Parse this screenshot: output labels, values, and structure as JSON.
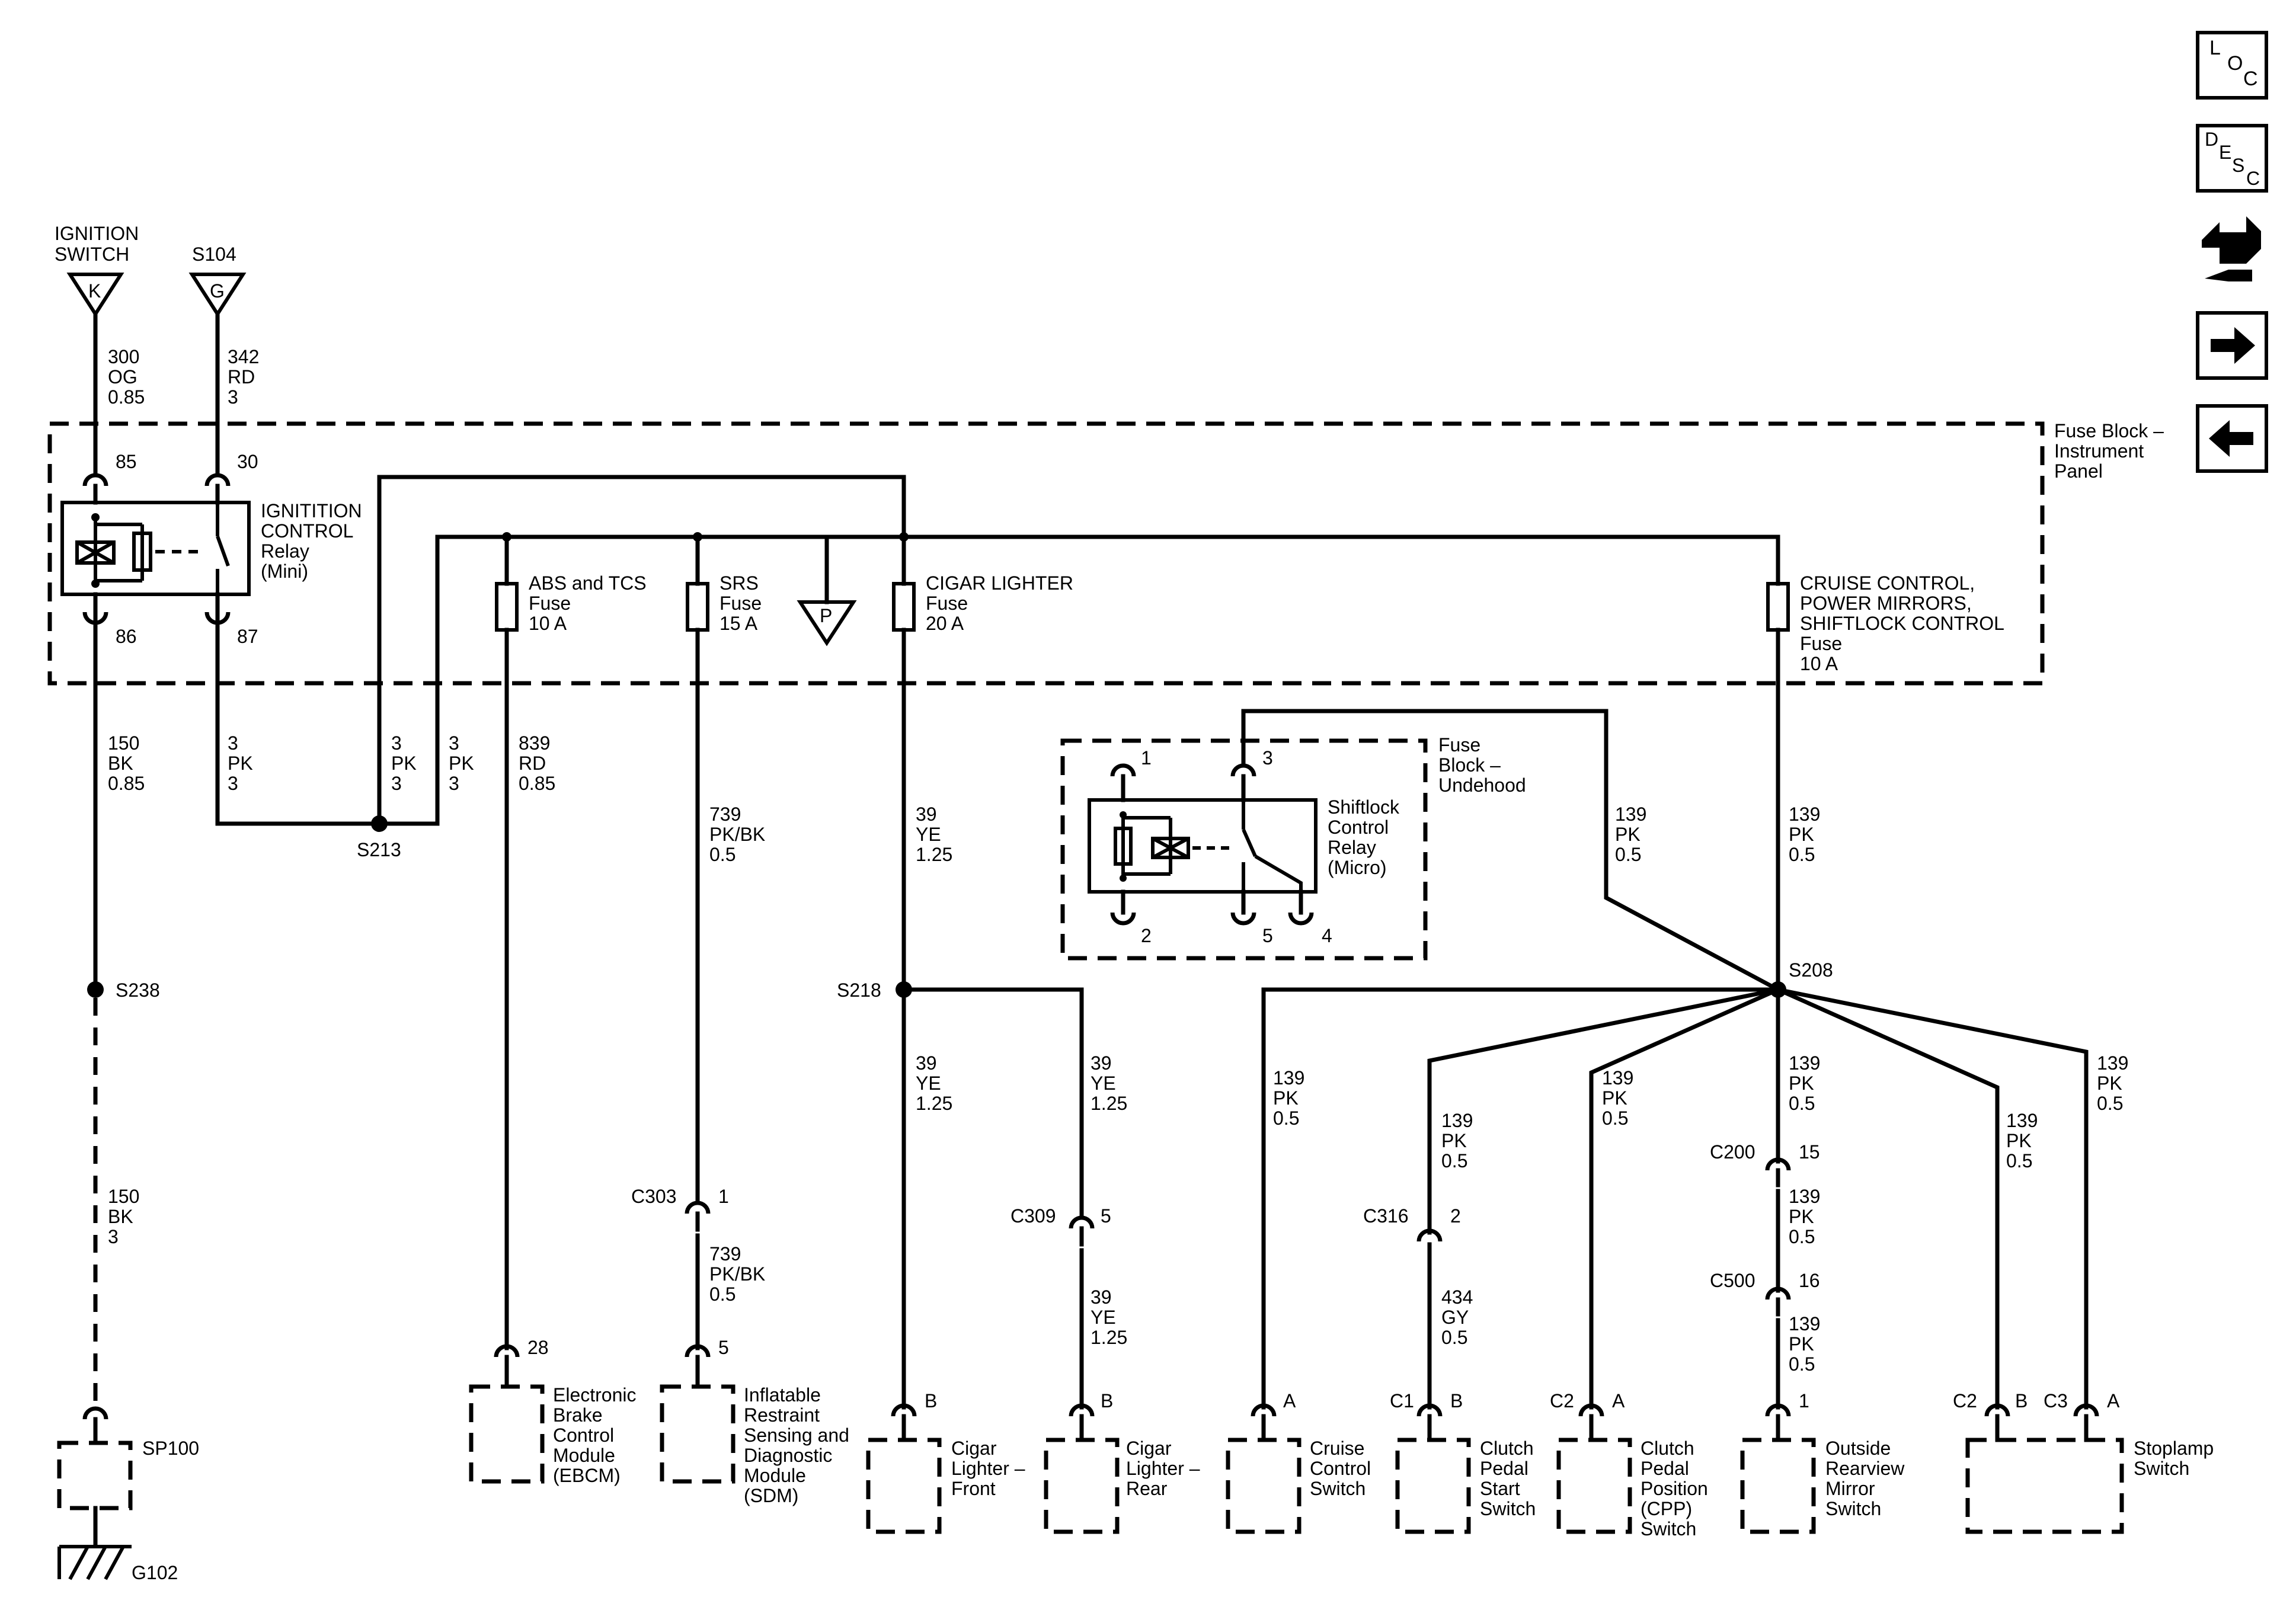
{
  "sources": {
    "ignition_switch": {
      "name_line1": "IGNITION",
      "name_line2": "SWITCH",
      "terminal": "K"
    },
    "s104": {
      "name": "S104",
      "terminal": "G"
    }
  },
  "nav_icons": {
    "loc": {
      "l": "L",
      "o": "O",
      "c": "C"
    },
    "desc": {
      "d": "D",
      "e": "E",
      "s": "S",
      "c": "C"
    },
    "names": [
      "loc-icon",
      "desc-icon",
      "connector-end-view-icon",
      "next-page-arrow-icon",
      "previous-page-arrow-icon"
    ]
  },
  "fuse_block_ip": {
    "line1": "Fuse Block –",
    "line2": "Instrument",
    "line3": "Panel"
  },
  "relay": {
    "line1": "IGNITITION",
    "line2": "CONTROL",
    "line3": "Relay",
    "line4": "(Mini)",
    "pins": {
      "p85": "85",
      "p30": "30",
      "p86": "86",
      "p87": "87"
    }
  },
  "fuses": {
    "abs": {
      "line1": "ABS and TCS",
      "line2": "Fuse",
      "line3": "10 A"
    },
    "srs": {
      "line1": "SRS",
      "line2": "Fuse",
      "line3": "15 A"
    },
    "cigar": {
      "line1": "CIGAR LIGHTER",
      "line2": "Fuse",
      "line3": "20 A"
    },
    "cruise": {
      "line1": "CRUISE CONTROL,",
      "line2": "POWER MIRRORS,",
      "line3": "SHIFTLOCK CONTROL",
      "line4": "Fuse",
      "line5": "10 A"
    }
  },
  "p_terminal": "P",
  "wires": {
    "w300": {
      "c": "300",
      "col": "OG",
      "g": "0.85"
    },
    "w342": {
      "c": "342",
      "col": "RD",
      "g": "3"
    },
    "w150a": {
      "c": "150",
      "col": "BK",
      "g": "0.85"
    },
    "w150b": {
      "c": "150",
      "col": "BK",
      "g": "3"
    },
    "w3a": {
      "c": "3",
      "col": "PK",
      "g": "3"
    },
    "w3b": {
      "c": "3",
      "col": "PK",
      "g": "3"
    },
    "w3c": {
      "c": "3",
      "col": "PK",
      "g": "3"
    },
    "w839": {
      "c": "839",
      "col": "RD",
      "g": "0.85"
    },
    "w739a": {
      "c": "739",
      "col": "PK/BK",
      "g": "0.5"
    },
    "w739b": {
      "c": "739",
      "col": "PK/BK",
      "g": "0.5"
    },
    "w39a": {
      "c": "39",
      "col": "YE",
      "g": "1.25"
    },
    "w39b": {
      "c": "39",
      "col": "YE",
      "g": "1.25"
    },
    "w39c": {
      "c": "39",
      "col": "YE",
      "g": "1.25"
    },
    "w39d": {
      "c": "39",
      "col": "YE",
      "g": "1.25"
    },
    "w139_relay": {
      "c": "139",
      "col": "PK",
      "g": "0.5"
    },
    "w139_fuse": {
      "c": "139",
      "col": "PK",
      "g": "0.5"
    },
    "w139_cruise": {
      "c": "139",
      "col": "PK",
      "g": "0.5"
    },
    "w139_clutch": {
      "c": "139",
      "col": "PK",
      "g": "0.5"
    },
    "w139_cpp": {
      "c": "139",
      "col": "PK",
      "g": "0.5"
    },
    "w139_mirror1": {
      "c": "139",
      "col": "PK",
      "g": "0.5"
    },
    "w139_mirror2": {
      "c": "139",
      "col": "PK",
      "g": "0.5"
    },
    "w139_mirror3": {
      "c": "139",
      "col": "PK",
      "g": "0.5"
    },
    "w139_stopB": {
      "c": "139",
      "col": "PK",
      "g": "0.5"
    },
    "w139_stopA": {
      "c": "139",
      "col": "PK",
      "g": "0.5"
    },
    "w434": {
      "c": "434",
      "col": "GY",
      "g": "0.5"
    }
  },
  "splices": {
    "s213": "S213",
    "s218": "S218",
    "s208": "S208",
    "s238": "S238"
  },
  "connectors": {
    "c303": {
      "name": "C303",
      "pin": "1"
    },
    "c309": {
      "name": "C309",
      "pin": "5"
    },
    "c316": {
      "name": "C316",
      "pin": "2"
    },
    "c200": {
      "name": "C200",
      "pin": "15"
    },
    "c500": {
      "name": "C500",
      "pin": "16"
    }
  },
  "shiftlock": {
    "box_line1": "Fuse",
    "box_line2": "Block –",
    "box_line3": "Undehood",
    "relay_line1": "Shiftlock",
    "relay_line2": "Control",
    "relay_line3": "Relay",
    "relay_line4": "(Micro)",
    "pins": {
      "p1": "1",
      "p3": "3",
      "p2": "2",
      "p5": "5",
      "p4": "4"
    }
  },
  "components": {
    "sp100": {
      "name": "SP100"
    },
    "g102": {
      "name": "G102"
    },
    "ebcm": {
      "pin": "28",
      "line1": "Electronic",
      "line2": "Brake",
      "line3": "Control",
      "line4": "Module",
      "line5": "(EBCM)"
    },
    "sdm": {
      "pin": "5",
      "line1": "Inflatable",
      "line2": "Restraint",
      "line3": "Sensing and",
      "line4": "Diagnostic",
      "line5": "Module",
      "line6": "(SDM)"
    },
    "cigar_front": {
      "pin": "B",
      "line1": "Cigar",
      "line2": "Lighter –",
      "line3": "Front"
    },
    "cigar_rear": {
      "pin": "B",
      "line1": "Cigar",
      "line2": "Lighter –",
      "line3": "Rear"
    },
    "cruise_switch": {
      "pin": "A",
      "line1": "Cruise",
      "line2": "Control",
      "line3": "Switch"
    },
    "clutch_start": {
      "conn": "C1",
      "pin": "B",
      "line1": "Clutch",
      "line2": "Pedal",
      "line3": "Start",
      "line4": "Switch"
    },
    "cpp": {
      "conn": "C2",
      "pin": "A",
      "line1": "Clutch",
      "line2": "Pedal",
      "line3": "Position",
      "line4": "(CPP)",
      "line5": "Switch"
    },
    "mirror": {
      "pin": "1",
      "line1": "Outside",
      "line2": "Rearview",
      "line3": "Mirror",
      "line4": "Switch"
    },
    "stoplamp": {
      "conn_b": "C2",
      "pin_b": "B",
      "conn_a": "C3",
      "pin_a": "A",
      "line1": "Stoplamp",
      "line2": "Switch"
    }
  }
}
